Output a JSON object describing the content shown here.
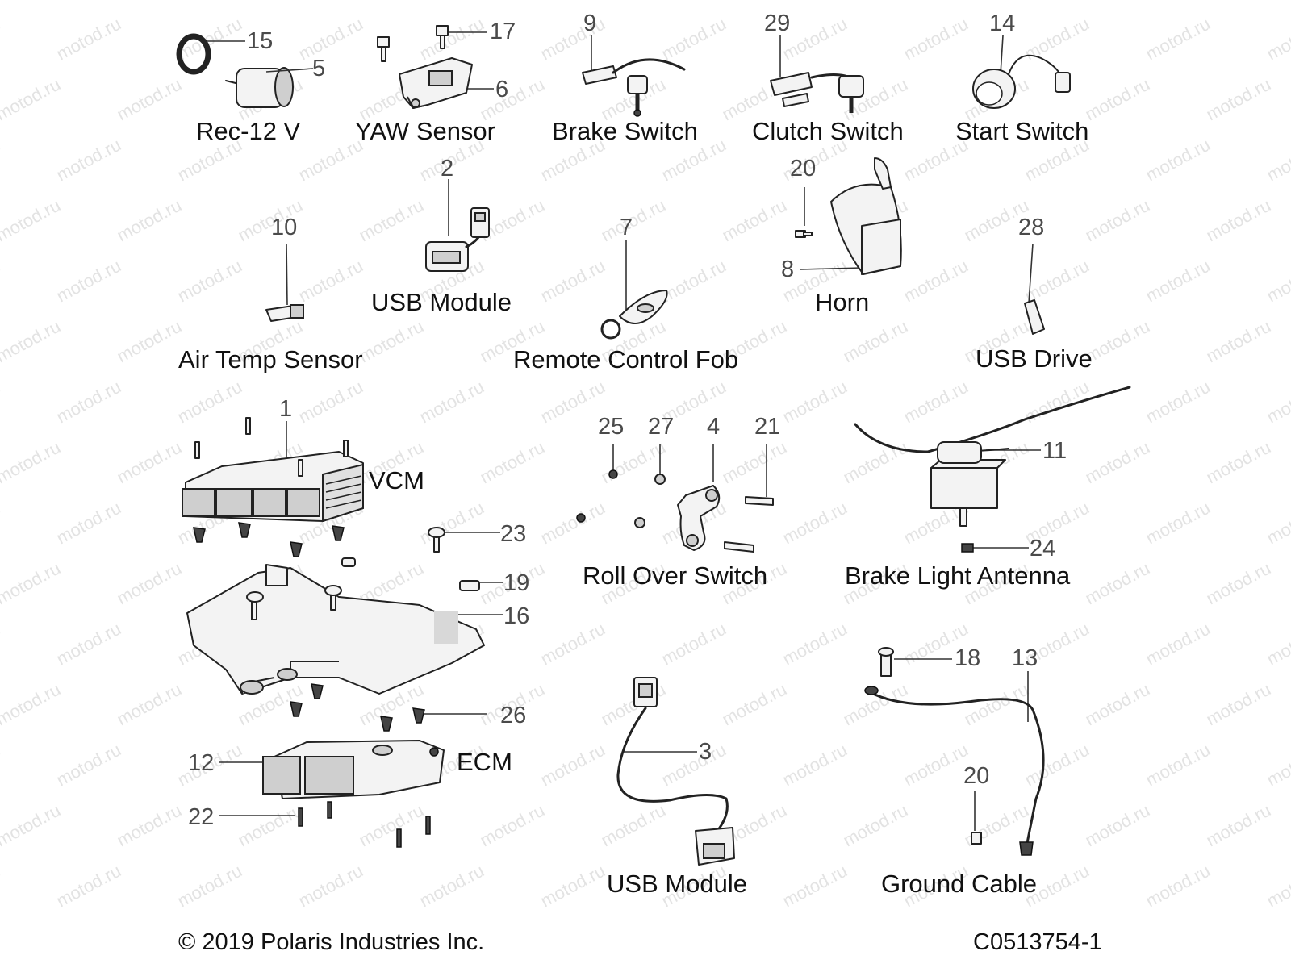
{
  "watermark": {
    "text": "motod.ru",
    "color": "#e3e3e3"
  },
  "labels": {
    "rec12v": "Rec-12 V",
    "yaw_sensor": "YAW Sensor",
    "brake_switch": "Brake Switch",
    "clutch_switch": "Clutch Switch",
    "start_switch": "Start Switch",
    "usb_module_top": "USB Module",
    "air_temp_sensor": "Air Temp Sensor",
    "remote_control_fob": "Remote Control Fob",
    "horn": "Horn",
    "usb_drive": "USB Drive",
    "vcm": "VCM",
    "ecm": "ECM",
    "roll_over_switch": "Roll Over Switch",
    "brake_light_antenna": "Brake Light Antenna",
    "usb_module_bottom": "USB Module",
    "ground_cable": "Ground Cable"
  },
  "callouts": {
    "n15": "15",
    "n5": "5",
    "n17": "17",
    "n6": "6",
    "n9": "9",
    "n29": "29",
    "n14": "14",
    "n2": "2",
    "n10": "10",
    "n7": "7",
    "n20a": "20",
    "n8": "8",
    "n28": "28",
    "n1": "1",
    "n23": "23",
    "n19": "19",
    "n16": "16",
    "n26": "26",
    "n12": "12",
    "n22": "22",
    "n25": "25",
    "n27": "27",
    "n4": "4",
    "n21": "21",
    "n11": "11",
    "n24": "24",
    "n3": "3",
    "n18": "18",
    "n13": "13",
    "n20b": "20"
  },
  "footer": {
    "copyright": "© 2019 Polaris Industries Inc.",
    "code": "C0513754-1"
  }
}
